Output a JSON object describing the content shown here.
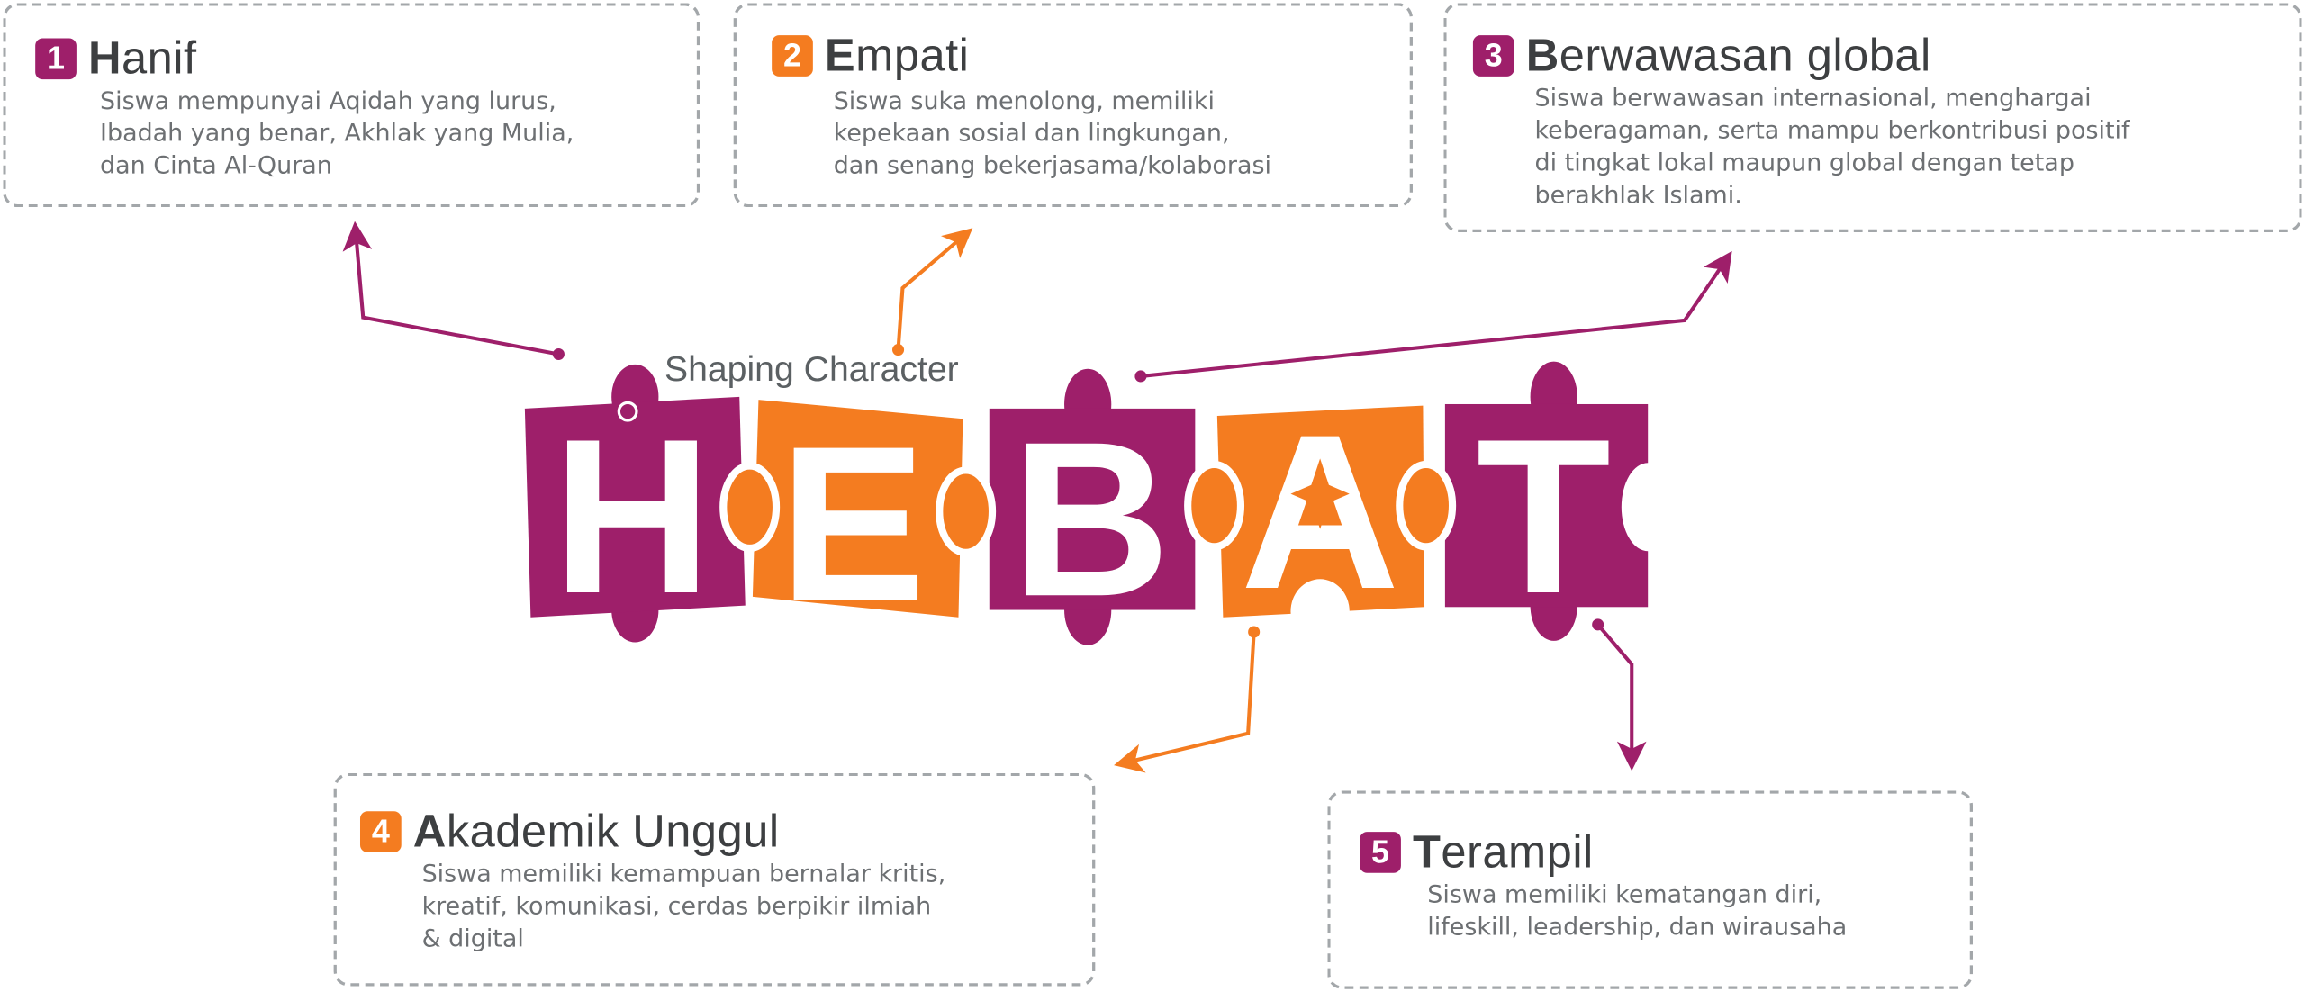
{
  "logo": {
    "tagline": "Shaping Character",
    "letters": [
      "H",
      "E",
      "B",
      "A",
      "T"
    ]
  },
  "colors": {
    "purple": "#9e1f6a",
    "orange": "#f47c20",
    "title": "#3d3f41",
    "text": "#6d7073"
  },
  "items": [
    {
      "number": "1",
      "initial": "H",
      "rest": "anif",
      "description": "Siswa mempunyai Aqidah yang lurus,\nIbadah yang benar, Akhlak yang Mulia,\ndan Cinta Al-Quran"
    },
    {
      "number": "2",
      "initial": "E",
      "rest": "mpati",
      "description": "Siswa suka menolong, memiliki\nkepekaan sosial dan lingkungan,\ndan senang bekerjasama/kolaborasi"
    },
    {
      "number": "3",
      "initial": "B",
      "rest": "erwawasan global",
      "description": "Siswa berwawasan internasional, menghargai\nkeberagaman, serta mampu berkontribusi positif\ndi tingkat lokal maupun global dengan tetap\nberakhlak Islami."
    },
    {
      "number": "4",
      "initial": "A",
      "rest": "kademik Unggul",
      "description": "Siswa memiliki kemampuan bernalar kritis,\nkreatif, komunikasi, cerdas berpikir ilmiah\n& digital"
    },
    {
      "number": "5",
      "initial": "T",
      "rest": "erampil",
      "description": "Siswa memiliki kematangan diri,\nlifeskill, leadership, dan  wirausaha"
    }
  ]
}
